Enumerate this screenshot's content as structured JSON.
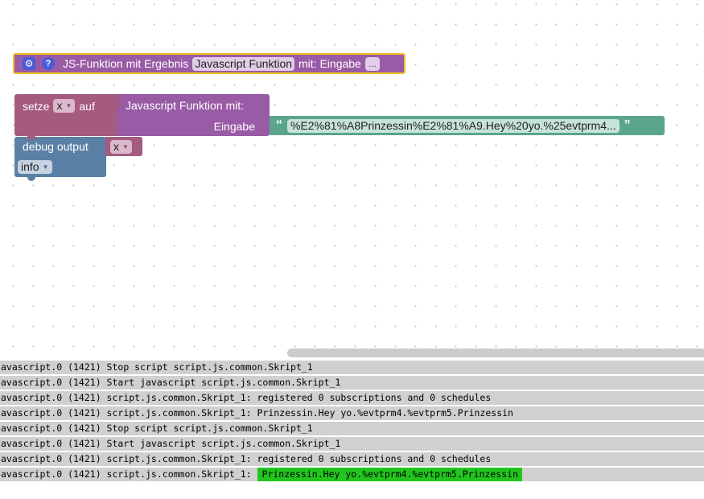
{
  "func_block": {
    "title": "JS-Funktion mit Ergebnis",
    "name_field": "Javascript Funktion",
    "mit_label": "mit: Eingabe",
    "dots": "...",
    "gear_glyph": "⚙",
    "help_glyph": "?"
  },
  "setze_block": {
    "label": "setze",
    "var_name": "x",
    "auf_label": "auf"
  },
  "js_block": {
    "title": "Javascript Funktion  mit:",
    "param_label": "Eingabe"
  },
  "text_block": {
    "open_quote": "“",
    "close_quote": "”",
    "value": "%E2%81%A8Prinzessin%E2%81%A9.Hey%20yo.%25evtprm4..."
  },
  "debug_block": {
    "label": "debug output",
    "level": "info",
    "var_name": "x"
  },
  "log": {
    "lines": [
      {
        "text": "avascript.0 (1421) Stop script script.js.common.Skript_1",
        "highlight": ""
      },
      {
        "text": "avascript.0 (1421) Start javascript script.js.common.Skript_1",
        "highlight": ""
      },
      {
        "text": "avascript.0 (1421) script.js.common.Skript_1: registered 0 subscriptions and 0 schedules",
        "highlight": ""
      },
      {
        "text": "avascript.0 (1421) script.js.common.Skript_1: Prinzessin.Hey yo.%evtprm4.%evtprm5.Prinzessin",
        "highlight": ""
      },
      {
        "text": "avascript.0 (1421) Stop script script.js.common.Skript_1",
        "highlight": ""
      },
      {
        "text": "avascript.0 (1421) Start javascript script.js.common.Skript_1",
        "highlight": ""
      },
      {
        "text": "avascript.0 (1421) script.js.common.Skript_1: registered 0 subscriptions and 0 schedules",
        "highlight": ""
      },
      {
        "text": "avascript.0 (1421) script.js.common.Skript_1: ",
        "highlight": "Prinzessin.Hey yo.%evtprm4.%evtprm5.Prinzessin"
      }
    ]
  },
  "colors": {
    "procedure": "#995ba5",
    "variable": "#a55b80",
    "text": "#5ba58c",
    "debug": "#5b80a5",
    "selected_outline": "#f2bd26",
    "log_highlight": "#21c51e"
  }
}
